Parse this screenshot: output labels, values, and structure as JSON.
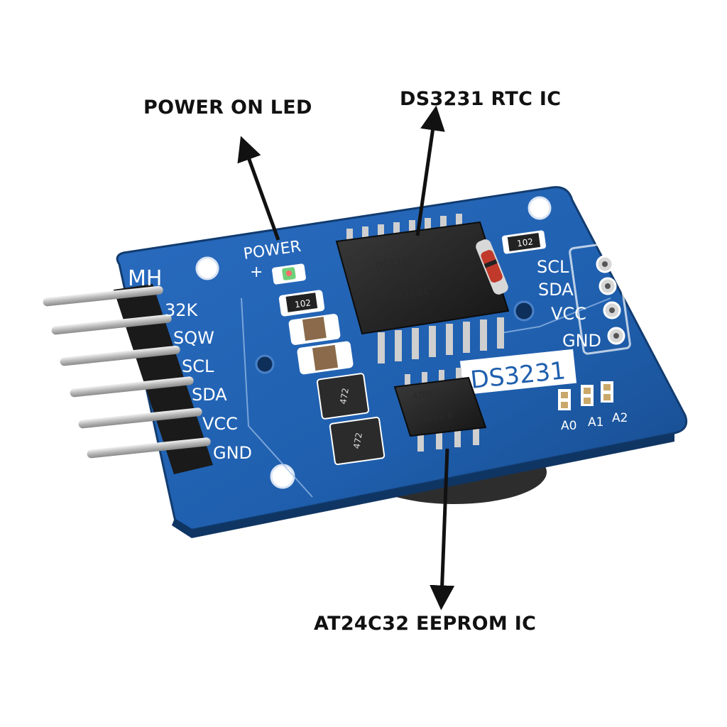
{
  "callouts": {
    "power_led": "POWER ON LED",
    "rtc_ic": "DS3231 RTC IC",
    "eeprom_ic": "AT24C32 EEPROM IC"
  },
  "board": {
    "brand": "MH",
    "power_label": "POWER",
    "plus_sign": "+",
    "left_pins": [
      "32K",
      "SQW",
      "SCL",
      "SDA",
      "VCC",
      "GND"
    ],
    "right_pins": [
      "SCL",
      "SDA",
      "VCC",
      "GND"
    ],
    "chip_label": "DS3231",
    "address_pads": [
      "A0",
      "A1",
      "A2"
    ],
    "resistor_code_1": "102",
    "resistor_code_2": "102",
    "resistor_array_1": "472",
    "resistor_array_2": "472",
    "rtc_marking": [
      "DS3231SN",
      "1637A4",
      "316AA"
    ],
    "eeprom_marking": [
      "ATMEL",
      "24C32N",
      "0027 D"
    ]
  },
  "colors": {
    "pcb": "#1f5fae",
    "silkscreen": "#ffffff",
    "arrow": "#111111"
  }
}
